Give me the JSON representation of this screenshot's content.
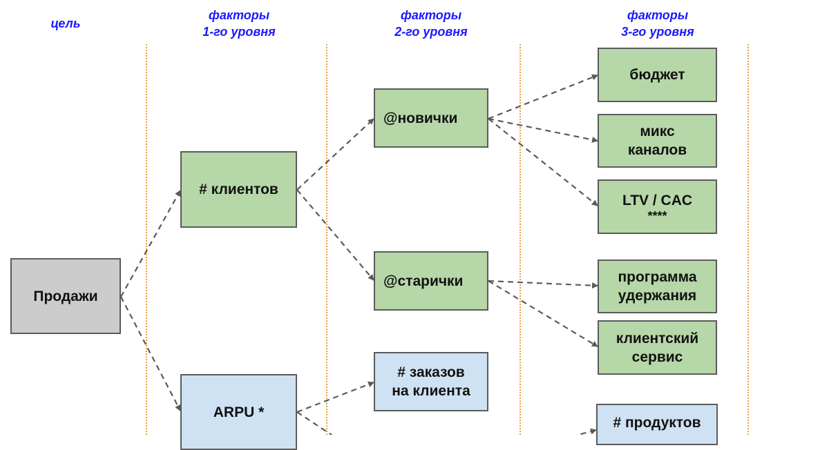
{
  "headers": {
    "goal": "цель",
    "level1": [
      "факторы",
      "1-го уровня"
    ],
    "level2": [
      "факторы",
      "2-го уровня"
    ],
    "level3": [
      "факторы",
      "3-го уровня"
    ]
  },
  "nodes": {
    "sales": "Продажи",
    "clients": "# клиентов",
    "arpu": "ARPU *",
    "newbies": "@новички",
    "oldies": "@старички",
    "orders_per_client": [
      "# заказов",
      "на клиента"
    ],
    "budget": "бюджет",
    "channel_mix": [
      "микс",
      "каналов"
    ],
    "ltv_cac": [
      "LTV / CAC",
      "****"
    ],
    "retention_program": [
      "программа",
      "удержания"
    ],
    "client_service": [
      "клиентский",
      "сервис"
    ],
    "products": "# продуктов"
  },
  "colors": {
    "goal_fill": "#cccccc",
    "customers_branch_fill": "#b6d7a8",
    "arpu_branch_fill": "#cfe2f3",
    "header_text": "#1a1aff",
    "divider": "#f29a38",
    "arrow": "#5a5a5a"
  }
}
